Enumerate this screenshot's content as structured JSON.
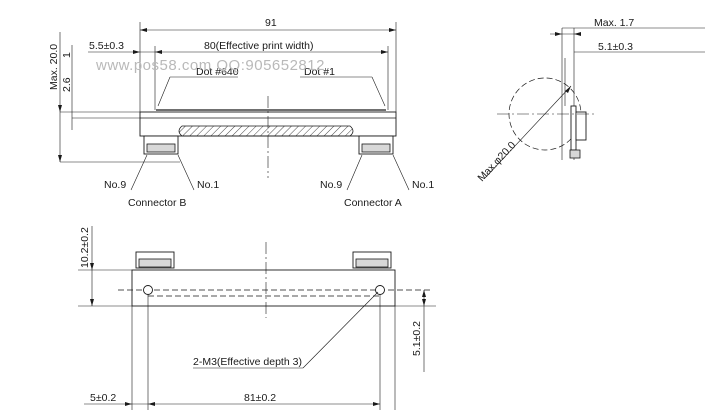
{
  "top_view": {
    "overall_width": "91",
    "left_offset": "5.5±0.3",
    "print_width": "80(Effective print width)",
    "dot_left": "Dot #640",
    "dot_right": "Dot #1",
    "max_height": "Max. 20.0",
    "small_height": "2.6",
    "small_height_suffix": "1"
  },
  "connectors": {
    "b_no9": "No.9",
    "b_no1": "No.1",
    "b_name": "Connector B",
    "a_no9": "No.9",
    "a_no1": "No.1",
    "a_name": "Connector A"
  },
  "side_view": {
    "max_thickness": "Max. 1.7",
    "offset": "5.1±0.3",
    "max_diameter": "Max.φ20.0"
  },
  "bottom_view": {
    "height": "10.2±0.2",
    "hole_offset": "5.1±0.2",
    "screw_note": "2-M3(Effective depth 3)",
    "left_edge": "5±0.2",
    "hole_pitch": "81±0.2"
  },
  "watermark": "www.pos58.com QQ:905652812"
}
